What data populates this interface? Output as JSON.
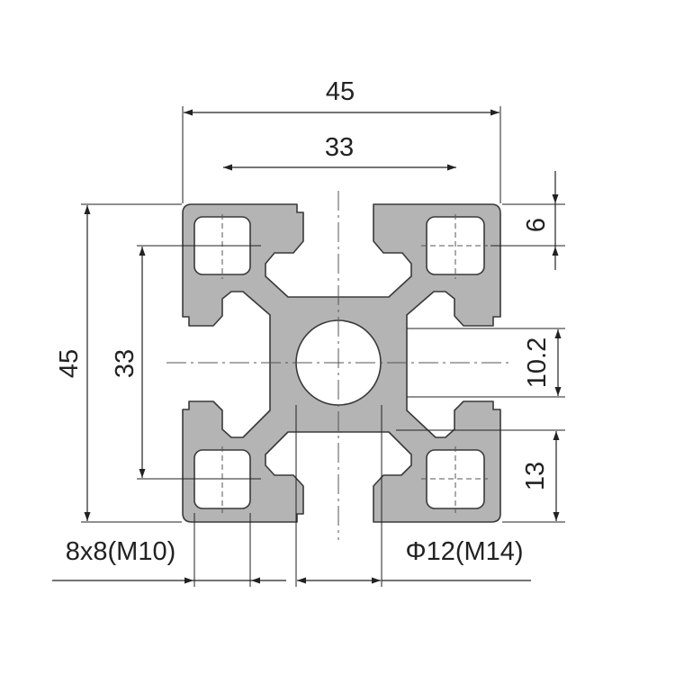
{
  "dimensions": {
    "overall_width": "45",
    "slot_pitch_horizontal": "33",
    "overall_height": "45",
    "slot_pitch_vertical": "33",
    "slot_depth": "6",
    "center_bore_zone": "10.2",
    "lower_slot_zone": "13",
    "corner_hole": "8x8(M10)",
    "center_hole": "Φ12(M14)"
  },
  "colors": {
    "profile_fill": "#b4b4b4",
    "profile_stroke": "#3a3a3a",
    "hole_fill": "#ffffff",
    "line": "#222222"
  }
}
